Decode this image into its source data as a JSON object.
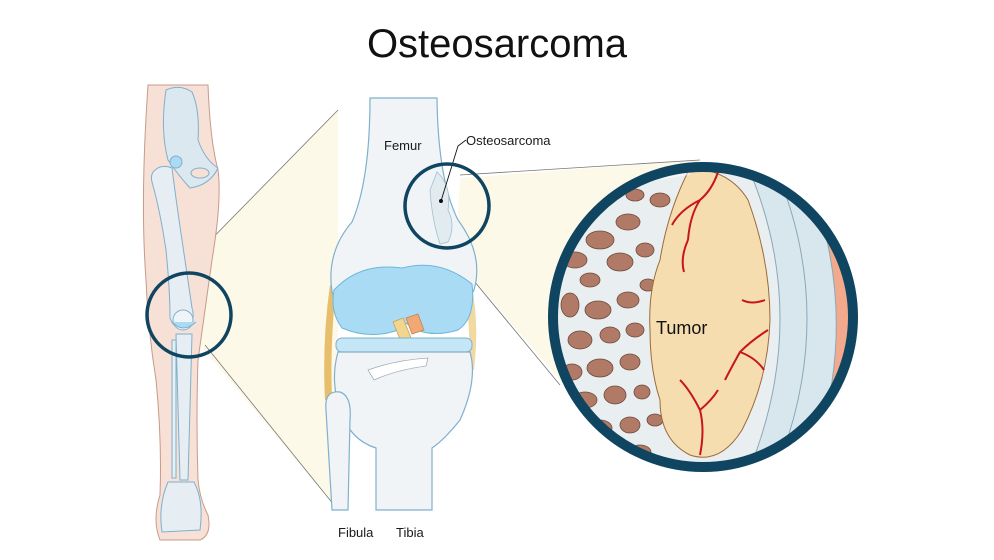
{
  "title": "Osteosarcoma",
  "labels": {
    "femur": "Femur",
    "osteosarcoma": "Osteosarcoma",
    "fibula": "Fibula",
    "tibia": "Tibia",
    "tumor": "Tumor"
  },
  "colors": {
    "ring": "#0f4560",
    "skin": "#f7e0d6",
    "bone": "#e6eef4",
    "cartilage": "#a9dcf4",
    "zoom_fill": "#fdf9e8",
    "tumor": "#f6ddb0",
    "vessel": "#c8151b",
    "spongy_bone": "#b07a66",
    "muscle": "#f3a98c"
  }
}
